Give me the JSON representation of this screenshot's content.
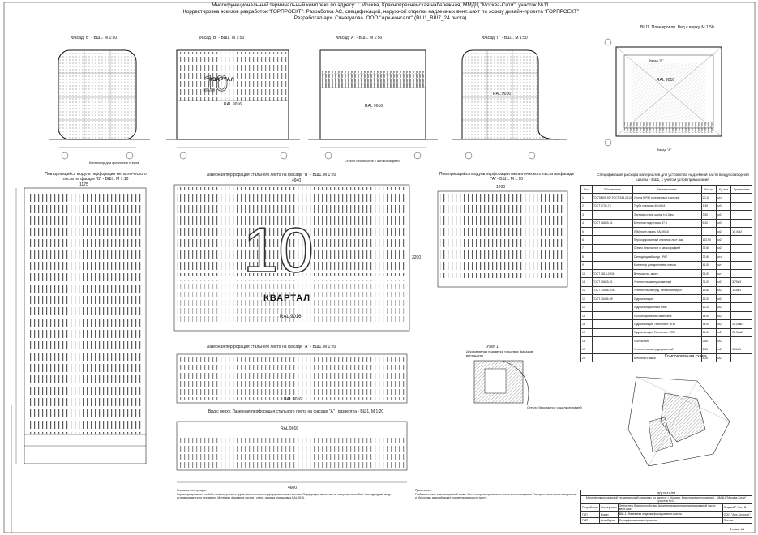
{
  "title": {
    "line1": "Многофункциональный терминальный комплекс по адресу: г. Москва, Краснопресненская набережная,  ММДЦ \"Москва-Сити\", участок №11.",
    "line2": "Корректировка эскизов разработок  \"ГОРПРОЕКТ\": Разработка АС, спецификаций, наружной отделки надземных вент.шахт по эскизу дизайн-проекта \"ГОРПРОЕКТ\"",
    "line3": "Разработал арх. Синагулова. ООО \"Арх-консалт\" (ВШ1_ВШ7_24 листа)."
  },
  "facades": {
    "b": "Фасад \"Б\" - ВШ1. М 1:50",
    "v": "Фасад \"В\" - ВШ1. М 1:50",
    "a": "Фасад \"А\" - ВШ1. М 1:50",
    "g": "Фасад \"Г\" - ВШ1. М 1:50",
    "plan": "ВШ1. План кровли. Вид с верху. М 1:50"
  },
  "labels": {
    "ral": "RAL 9016",
    "kvartal": "КВАРТАЛ",
    "logo": "10",
    "perf_module_b": "Повторяющийся модуль перфорации металлического листа на фасаде \"Б\" - ВШ1. М 1:10",
    "laser_b": "Лазерная перфорация стального листа на фасаде \"В\" - ВШ1. М 1:20",
    "perf_module_a": "Повторяющийся модуль перфорации металлического листа на фасаде \"А\" - ВШ1. М 1:10",
    "laser_a": "Лазерная перфорация стального листа на фасаде \"А\" - ВШ1. М 1:20",
    "laser_a2": "Вид с верху. Лазерная перфорация стального листа на фасаде \"А\" , развертка - ВШ1. М 1:20",
    "uzel": "Узел 1",
    "uzel_desc": "Декоративная подсветка торцевых фасадов вент.шахты",
    "connector": "Коннектор для крепления стекла",
    "glass": "Стекло безопасное с шелкографией",
    "dim_4600": "4600",
    "dim_3200": "3200",
    "dim_4940": "4940",
    "dim_1175": "1175",
    "dim_1200": "1200",
    "facade_b_small": "Фасад \"В\"",
    "facade_a_small": "Фасад \"А\""
  },
  "spec": {
    "title": "Спецификация расхода материалов для устройства надземной части воздухозаборной шахты - ВШ1, с учетом углов примыкания",
    "headers": [
      "Поз.",
      "Обозначение",
      "Наименование",
      "Кол-во",
      "Ед.изм.",
      "Примечание"
    ],
    "rows": [
      [
        "1",
        "ГОСТ8509-93*,ГОСТ 535-2013",
        "Уголок 50*50 полимерный стальной",
        "20.10",
        "м.п",
        ""
      ],
      [
        "2",
        "ГОСТ 8732-78",
        "Труба стальная 40х40х3",
        "1.30",
        "м3",
        ""
      ],
      [
        "3",
        "",
        "Листовая сталь оцинк. t=1.5мм",
        "3.50",
        "м2",
        ""
      ],
      [
        "4",
        "ГОСТ 26633-91",
        "Бетонная подготовка B7.5",
        "6.20",
        "м3",
        ""
      ],
      [
        "5",
        "",
        "ЛКМ грунт-эмаль RAL 9016",
        "",
        "м2",
        "12.4/м2"
      ],
      [
        "6",
        "",
        "Перфорированный стальной лист 3мм",
        "122.90",
        "м2",
        ""
      ],
      [
        "7",
        "",
        "Стекло безопасное с шелкографией",
        "32.60",
        "м2",
        ""
      ],
      [
        "8",
        "",
        "Светодиодный шнур, IP67",
        "32.60",
        "м.п",
        ""
      ],
      [
        "9",
        "",
        "Коннектор для крепления стекла",
        "41.00",
        "шт",
        ""
      ],
      [
        "10",
        "ГОСТ 2815-2003",
        "Вент.шахта - анкер",
        "96.00",
        "шт",
        ""
      ],
      [
        "11",
        "ГОСТ 26633-91",
        "Утеплитель минераловатный",
        "71.00",
        "м2",
        "3.79м3"
      ],
      [
        "12",
        "ГОСТ 10588-2014",
        "Утеплитель экструд. пенополистирол",
        "13.80",
        "м2",
        "1.15м3"
      ],
      [
        "13",
        "ГОСТ 25485-89",
        "Гидроизоляция",
        "12.20",
        "м2",
        ""
      ],
      [
        "14",
        "",
        "Гидроизоляционный слой",
        "12.20",
        "м2",
        ""
      ],
      [
        "15",
        "",
        "Профилированная мембрана",
        "14.00",
        "м2",
        ""
      ],
      [
        "16",
        "",
        "Гидроизоляция Техноэласт ЭПП",
        "14.00",
        "м2",
        "26.00м2"
      ],
      [
        "17",
        "",
        "Гидроизоляция Техноэласт ХПП",
        "14.00",
        "м2",
        "26.00м2"
      ],
      [
        "18",
        "",
        "Геотекстиль",
        "2.80",
        "м2",
        ""
      ],
      [
        "19",
        "",
        "Утеплитель экструдированный",
        "2.80",
        "м2",
        "0.23м3"
      ],
      [
        "20",
        "",
        "Бетонная стяжка",
        "5.20",
        "м2",
        ""
      ]
    ]
  },
  "notes": {
    "heading": "Описание конструкции:",
    "body": "Каркас представляет собой стальные уголки и трубы, заполненные перфорированными листами. Перфорация выполняется лазерным способом. Светодиодный шнур устанавливается по периметру. Материал фасадных листов - сталь, окраска порошковая RAL 9016.",
    "note2_heading": "Примечание:",
    "note2": "Разбивка стекол с шелкографией может быть откорректирована по схеме металлокаркаса. Расход строительных материалов и сборочных изделий может корректироваться по месту."
  },
  "scheme": {
    "title": "Компоновочная схема"
  },
  "stamp": {
    "code": "РД-2016/01",
    "project": "Многофункциональный терминальный комплекс по адресу: г. Москва, Краснопресненская наб., ММДЦ \"Москва-Сити\", участок №11",
    "element": "Элементы благоустройства. Архитектурные решения надземной части вент.шахт",
    "sheet_name": "ВШ-1. Наземная отделка фасадов вент.шахты",
    "spec_name": "Спецификация материалов",
    "company": "ООО \"Арх-Консалт\"",
    "stage_label": "Стадия",
    "sheet_label": "Лист",
    "sheets_label": "Листов",
    "stage": "Р",
    "sheet": "3",
    "dev_label": "Разработал",
    "dev_name": "Синагулова",
    "gap_label": "ГАП",
    "gap_name": "Букин",
    "gip_label": "ГИП",
    "gip_name": "Агамбаров",
    "format": "Формат А1"
  }
}
